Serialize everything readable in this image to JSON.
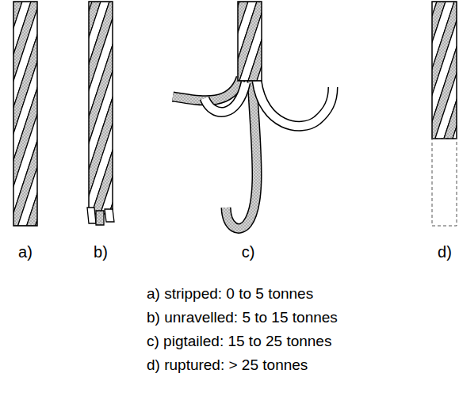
{
  "diagram": {
    "labels": [
      "a)",
      "b)",
      "c)",
      "d)",
      "a) stripped: 0 to 5 tonnes",
      "b) unravelled: 5 to 15 tonnes",
      "c) pigtailed: 15 to 25 tonnes",
      "d) ruptured: > 25 tonnes"
    ]
  }
}
